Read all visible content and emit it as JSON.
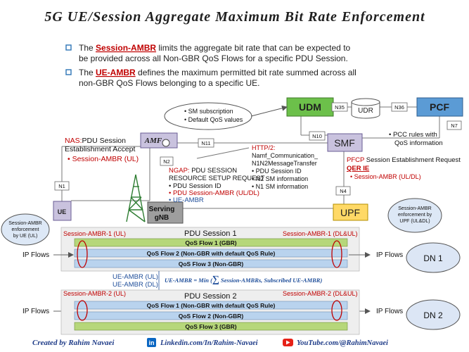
{
  "title": "5G UE/Session Aggregate Maximum Bit Rate Enforcement",
  "bullets": [
    {
      "pre": "The ",
      "term": "Session-AMBR",
      "post": " limits the aggregate bit rate that can be expected to",
      "line2": "be provided across all Non-GBR QoS Flows for a specific PDU Session."
    },
    {
      "pre": "The ",
      "term": "UE-AMBR",
      "post": " defines the maximum permitted bit rate summed across all",
      "line2": "non-GBR QoS Flows belonging to a specific UE."
    }
  ],
  "nodes": {
    "udm": "UDM",
    "udr": "UDR",
    "pcf": "PCF",
    "smf": "SMF",
    "amf": "AMF",
    "upf": "UPF",
    "ue": "UE",
    "gnb_line1": "Serving",
    "gnb_line2": "gNB",
    "dn1": "DN 1",
    "dn2": "DN 2"
  },
  "interfaces": {
    "n35": "N35",
    "n36": "N36",
    "n7": "N7",
    "n10": "N10",
    "n11": "N11",
    "n2": "N2",
    "n1": "N1",
    "n4": "N4"
  },
  "callouts": {
    "udm_bubble": [
      "• SM subscription",
      "• Default QoS values"
    ],
    "pcf_note": [
      "• PCC rules with",
      "QoS information"
    ],
    "nas_prefix": "NAS:",
    "nas_line1": "PDU Session",
    "nas_line2": "Establishment Accept",
    "nas_line3": "• Session-AMBR (UL)",
    "http_title": "HTTP/2:",
    "http_lines": [
      "Namf_Communication_",
      "N1N2MessageTransfer",
      "• PDU Session ID",
      "• N2 SM information",
      "• N1 SM information"
    ],
    "pfcp_prefix": "PFCP",
    "pfcp_line1": " Session Establishment Request",
    "pfcp_qer": "QER IE",
    "pfcp_item": "• Session-AMBR (UL/DL)",
    "ngap_prefix": "NGAP:",
    "ngap_line1": " PDU SESSION",
    "ngap_line2": "RESOURCE SETUP REQUEST",
    "ngap_item1": "• PDU Session ID",
    "ngap_item2": "• PDU Session-AMBR (UL/DL)",
    "ngap_item3": "• UE-AMBR",
    "ue_bubble": [
      "Session-AMBR",
      "enforcement",
      "by UE (UL)"
    ],
    "upf_bubble": [
      "Session-AMBR",
      "enforcement by",
      "UPF (UL&DL)"
    ]
  },
  "session1": {
    "title": "PDU Session 1",
    "ambr_ul": "Session-AMBR-1 (UL)",
    "ambr_dl": "Session-AMBR-1 (DL&UL)",
    "flows": [
      "QoS Flow 1 (GBR)",
      "QoS Flow 2 (Non-GBR with default QoS Rule)",
      "QoS Flow 3 (Non-GBR)"
    ]
  },
  "session2": {
    "title": "PDU Session 2",
    "ambr_ul": "Session-AMBR-2 (UL)",
    "ambr_dl": "Session-AMBR-2 (DL&UL)",
    "flows": [
      "QoS Flow 1 (Non-GBR with default QoS Rule)",
      "QoS Flow 2 (Non-GBR)",
      "QoS Flow 3 (GBR)"
    ]
  },
  "ip_flows": "IP Flows",
  "ue_ambr_ul": "UE-AMBR (UL)",
  "ue_ambr_dl": "UE-AMBR (DL)",
  "formula": {
    "lhs": "UE-AMBR = Min (",
    "sigma": "∑",
    "rhs": " Session-AMBRs, Subscribed UE-AMBR)"
  },
  "footer": {
    "created_by": "Created by Rahim Navaei",
    "linkedin": "Linkedin.com/In/Rahim-Navaei",
    "youtube": "YouTube.com/@RahimNavaei"
  },
  "colors": {
    "title": "#1f1f1f",
    "term": "#c00000",
    "accent_red": "#c00000",
    "accent_blue": "#1f4e9a",
    "udm_fill": "#6cc04a",
    "pcf_fill": "#5b9bd5",
    "smf_fill": "#c9c2de",
    "amf_fill": "#c9c2de",
    "upf_fill": "#ffd966",
    "ue_fill": "#c9c2de",
    "flow_green": "#b6d77a",
    "flow_blue": "#b9d3ee",
    "dn_fill": "#dce6f5",
    "bubble_blue": "#dde8f6",
    "linkedin": "#0a66c2",
    "youtube": "#e62117"
  }
}
